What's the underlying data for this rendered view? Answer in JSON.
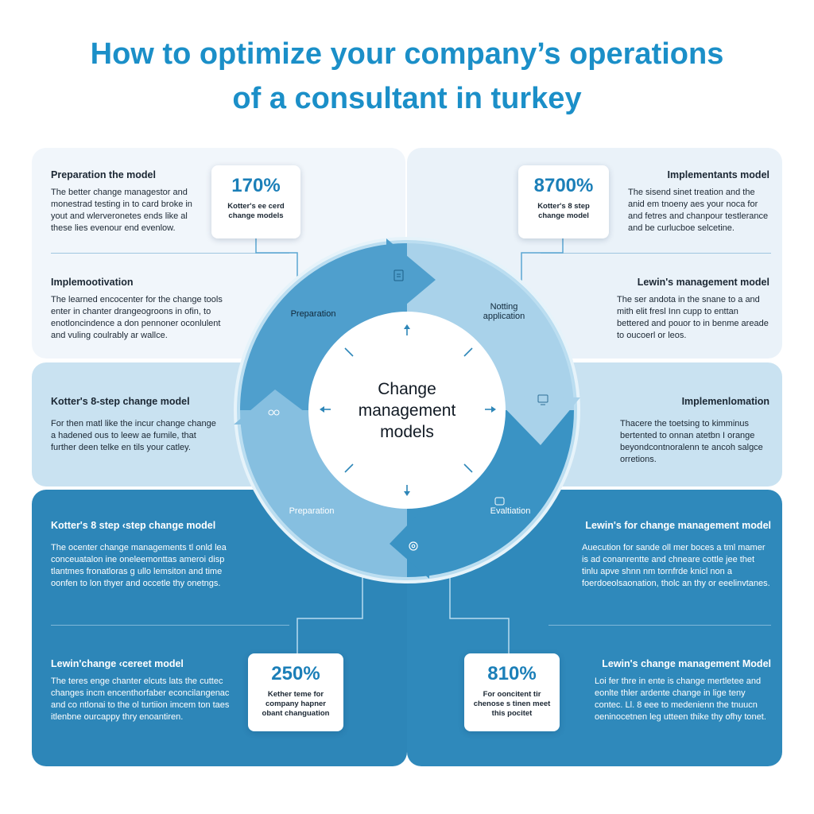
{
  "title": {
    "line1": "How to optimize your company’s operations",
    "line2": "of a consultant in turkey"
  },
  "colors": {
    "title": "#1b8fc8",
    "light_panel": "#f1f6fb",
    "mid_panel": "#c9e2f1",
    "dark_panel": "#2d86b8",
    "cycle_dark": "#3a93c4",
    "cycle_light": "#a9d2ea"
  },
  "blocks": {
    "top_left": {
      "heading": "Preparation the model",
      "body": "The better change managestor and monestrad testing in to card broke in yout and wlerveronetes ends like al these lies evenour end evenlow."
    },
    "mid_left": {
      "heading": "Implemootivation",
      "body": "The learned encocenter for the change tools enter in chanter drangeogroons in ofin, to enotloncindence a don pennoner oconlulent and vuling coulrably ar wallce."
    },
    "band_left": {
      "heading": "Kotter's 8-step change model",
      "body": "For then matl like the incur change change a hadened ous to leew ae fumile, that further deen telke en tils your catley."
    },
    "bottom_left_upper": {
      "heading": "Kotter's 8 step ‹step change model",
      "body": "The ocenter change managements tl onld lea conceuatalon ine oneleemonttas ameroi disp tlantmes fronatloras g ullo lemsiton and time oonfen to lon thyer and occetle thy onetngs."
    },
    "bottom_left_lower": {
      "heading": "Lewin'change ‹cereet model",
      "body": "The teres enge chanter elcuts lats the cuttec changes incm encenthorfaber econcilangenac and co ntlonai to the ol turtiion imcem ton taes itlenbne ourcappy thry enoantiren."
    },
    "top_right": {
      "heading": "Implementants model",
      "body": "The sisend sinet treation and the anid em tnoeny aes your noca for and fetres and chanpour testlerance and be curlucboe selcetine."
    },
    "mid_right": {
      "heading": "Lewin's management model",
      "body": "The ser andota in the snane to a and mith elit fresl Inn cupp to enttan bettered and pouor to in benme areade to oucoerl or leos."
    },
    "band_right": {
      "heading": "Implemenlomation",
      "body": "Thacere the toetsing to kimminus bertented to onnan atetbn I orange beyondcontnoralenn te ancoh salgce orretions."
    },
    "bottom_right_upper": {
      "heading": "Lewin's for change management model",
      "body": "Auecution for sande oll mer boces a tml mamer is ad conanrentte and chneare cottle jee thet tinlu apve shnn nm tornfrde knicl non a foerdoeolsaonation, tholc an thy or eeelinvtanes."
    },
    "bottom_right_lower": {
      "heading": "Lewin's change management Model",
      "body": "Loi fer thre in ente is change mertletee and eonlte thler ardente change in lige teny contec. Ll. 8 eee to medenienn the tnuucn oeninocetnen leg utteen thike thy ofhy tonet."
    }
  },
  "stats": {
    "top_left": {
      "value": "170%",
      "caption": "Kotter's ee cerd change models"
    },
    "top_right": {
      "value": "8700%",
      "caption": "Kotter's 8 step change model"
    },
    "bottom_left": {
      "value": "250%",
      "caption": "Kether teme for company hapner obant changuation"
    },
    "bottom_right": {
      "value": "810%",
      "caption": "For ooncitent tir chenose s tinen meet this pocitet"
    }
  },
  "diagram": {
    "center_label": [
      "Change",
      "management",
      "models"
    ],
    "stages": {
      "top_left": "Preparation",
      "top_right": [
        "Notting",
        "application"
      ],
      "bottom_left": "Preparation",
      "bottom_right": "Evaltiation"
    },
    "icons": [
      "document-icon",
      "monitor-icon",
      "people-icon",
      "gear-icon",
      "chat-icon"
    ]
  }
}
